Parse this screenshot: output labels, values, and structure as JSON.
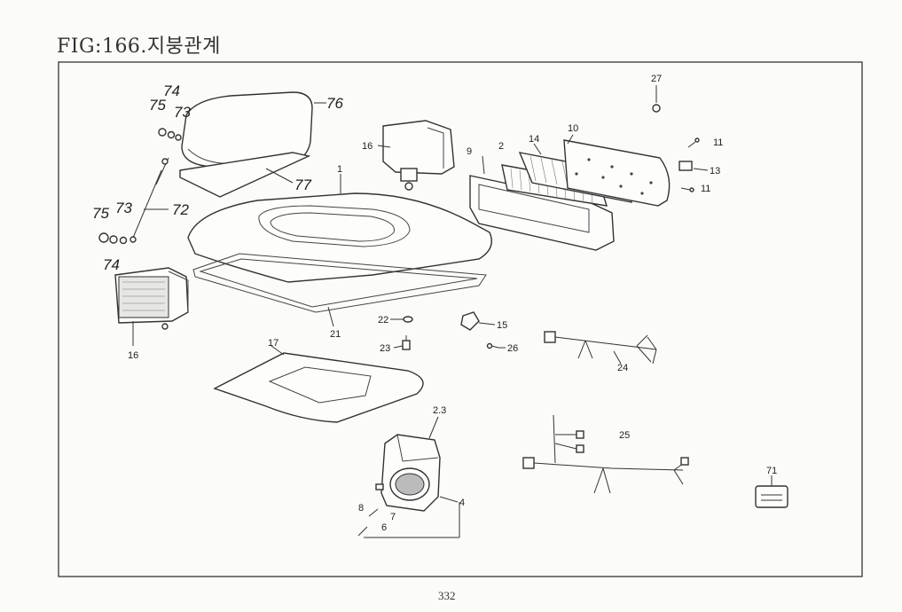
{
  "title": "FIG:166.지붕관계",
  "page_number": "332",
  "callouts": {
    "c1": "1",
    "c2": "2",
    "c23": "2.3",
    "c4": "4",
    "c6": "6",
    "c7": "7",
    "c8": "8",
    "c9": "9",
    "c10": "10",
    "c11a": "11",
    "c11b": "11",
    "c13": "13",
    "c14": "14",
    "c15": "15",
    "c16a": "16",
    "c16b": "16",
    "c17": "17",
    "c21": "21",
    "c22": "22",
    "c23b": "23",
    "c24": "24",
    "c25": "25",
    "c26": "26",
    "c27": "27",
    "c71": "71",
    "c72": "72",
    "c73a": "73",
    "c73b": "73",
    "c74a": "74",
    "c74b": "74",
    "c75a": "75",
    "c75b": "75",
    "c76": "76",
    "c77": "77"
  }
}
